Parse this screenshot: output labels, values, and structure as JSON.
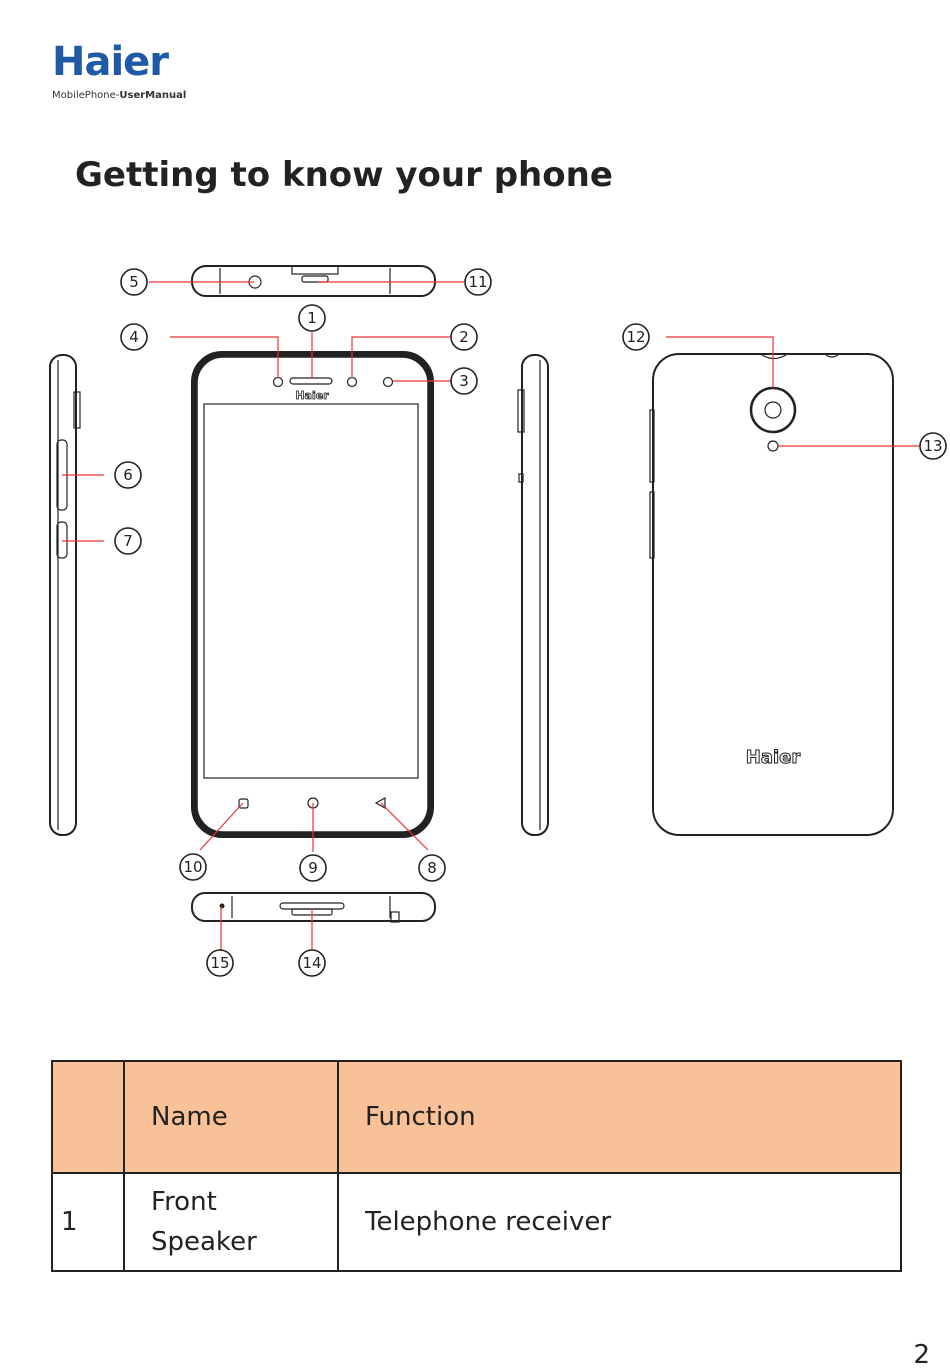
{
  "header": {
    "brand": "Haier",
    "subtitle_regular": "MobilePhone-",
    "subtitle_bold": "UserManual"
  },
  "page_title": "Getting to know your phone",
  "diagram": {
    "front_logo": "Haier",
    "back_logo": "Haier",
    "callouts": [
      "1",
      "2",
      "3",
      "4",
      "5",
      "6",
      "7",
      "8",
      "9",
      "10",
      "11",
      "12",
      "13",
      "14",
      "15"
    ]
  },
  "table": {
    "headers": [
      "",
      "Name",
      "Function"
    ],
    "rows": [
      {
        "num": "1",
        "name": "Front Speaker",
        "function": "Telephone receiver"
      }
    ]
  },
  "page_number": "2"
}
